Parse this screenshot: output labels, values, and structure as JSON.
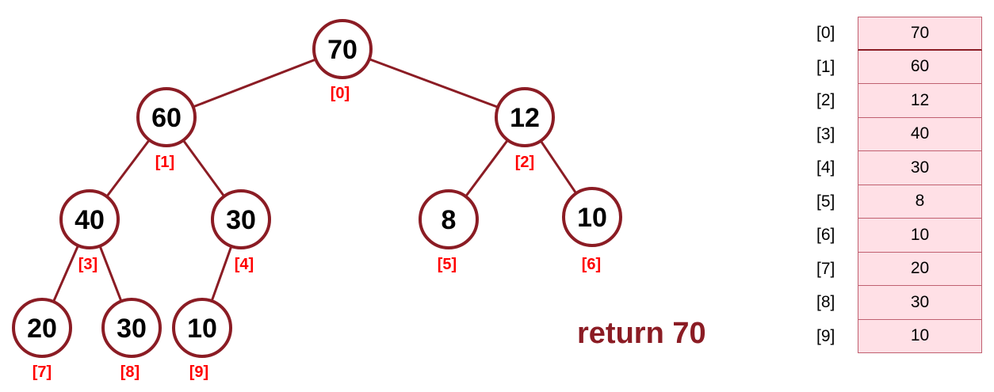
{
  "heap_nodes": [
    {
      "value": "70",
      "index_label": "[0]"
    },
    {
      "value": "60",
      "index_label": "[1]"
    },
    {
      "value": "12",
      "index_label": "[2]"
    },
    {
      "value": "40",
      "index_label": "[3]"
    },
    {
      "value": "30",
      "index_label": "[4]"
    },
    {
      "value": "8",
      "index_label": "[5]"
    },
    {
      "value": "10",
      "index_label": "[6]"
    },
    {
      "value": "20",
      "index_label": "[7]"
    },
    {
      "value": "30",
      "index_label": "[8]"
    },
    {
      "value": "10",
      "index_label": "[9]"
    }
  ],
  "edges": [
    [
      0,
      1
    ],
    [
      0,
      2
    ],
    [
      1,
      3
    ],
    [
      1,
      4
    ],
    [
      2,
      5
    ],
    [
      2,
      6
    ],
    [
      3,
      7
    ],
    [
      3,
      8
    ],
    [
      4,
      9
    ]
  ],
  "result_text": "return 70",
  "array": {
    "indices": [
      "[0]",
      "[1]",
      "[2]",
      "[3]",
      "[4]",
      "[5]",
      "[6]",
      "[7]",
      "[8]",
      "[9]"
    ],
    "values": [
      "70",
      "60",
      "12",
      "40",
      "30",
      "8",
      "10",
      "20",
      "30",
      "10"
    ]
  },
  "colors": {
    "node_border": "#8b1c24",
    "index_label": "#ff0000",
    "result_text": "#8b1c24",
    "array_fill": "#ffe0e6"
  }
}
